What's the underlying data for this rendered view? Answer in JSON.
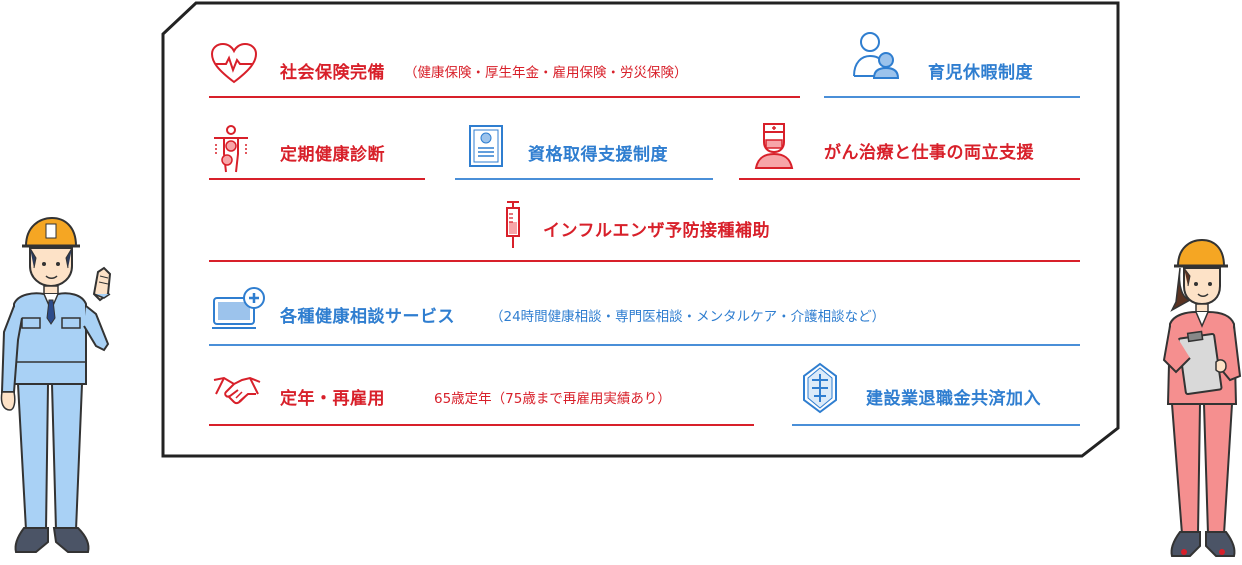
{
  "benefits": [
    {
      "key": "social-insurance",
      "label": "社会保険完備",
      "sub": "（健康保険・厚生年金・雇用保険・労災保険）",
      "color": "red",
      "icon": "heart-pulse-icon"
    },
    {
      "key": "childcare-leave",
      "label": "育児休暇制度",
      "sub": "",
      "color": "blue",
      "icon": "parent-child-icon"
    },
    {
      "key": "health-checkup",
      "label": "定期健康診断",
      "sub": "",
      "color": "red",
      "icon": "body-checkup-icon"
    },
    {
      "key": "qualification-support",
      "label": "資格取得支援制度",
      "sub": "",
      "color": "blue",
      "icon": "certificate-icon"
    },
    {
      "key": "cancer-work-balance",
      "label": "がん治療と仕事の両立支援",
      "sub": "",
      "color": "red",
      "icon": "nurse-icon"
    },
    {
      "key": "flu-vaccination",
      "label": "インフルエンザ予防接種補助",
      "sub": "",
      "color": "red",
      "icon": "syringe-icon"
    },
    {
      "key": "health-consultation",
      "label": "各種健康相談サービス",
      "sub": "（24時間健康相談・専門医相談・メンタルケア・介護相談など）",
      "color": "blue",
      "icon": "telemedicine-icon"
    },
    {
      "key": "retirement-reemployment",
      "label": "定年・再雇用",
      "sub": "65歳定年（75歳まで再雇用実績あり）",
      "color": "red",
      "icon": "handshake-icon"
    },
    {
      "key": "retirement-fund",
      "label": "建設業退職金共済加入",
      "sub": "",
      "color": "blue",
      "icon": "mutual-aid-emblem-icon"
    }
  ],
  "colors": {
    "red": "#d8202a",
    "blue": "#2f7ed0",
    "frame": "#222222"
  },
  "illustrations": {
    "left": "male-worker-illustration",
    "right": "female-worker-illustration"
  }
}
